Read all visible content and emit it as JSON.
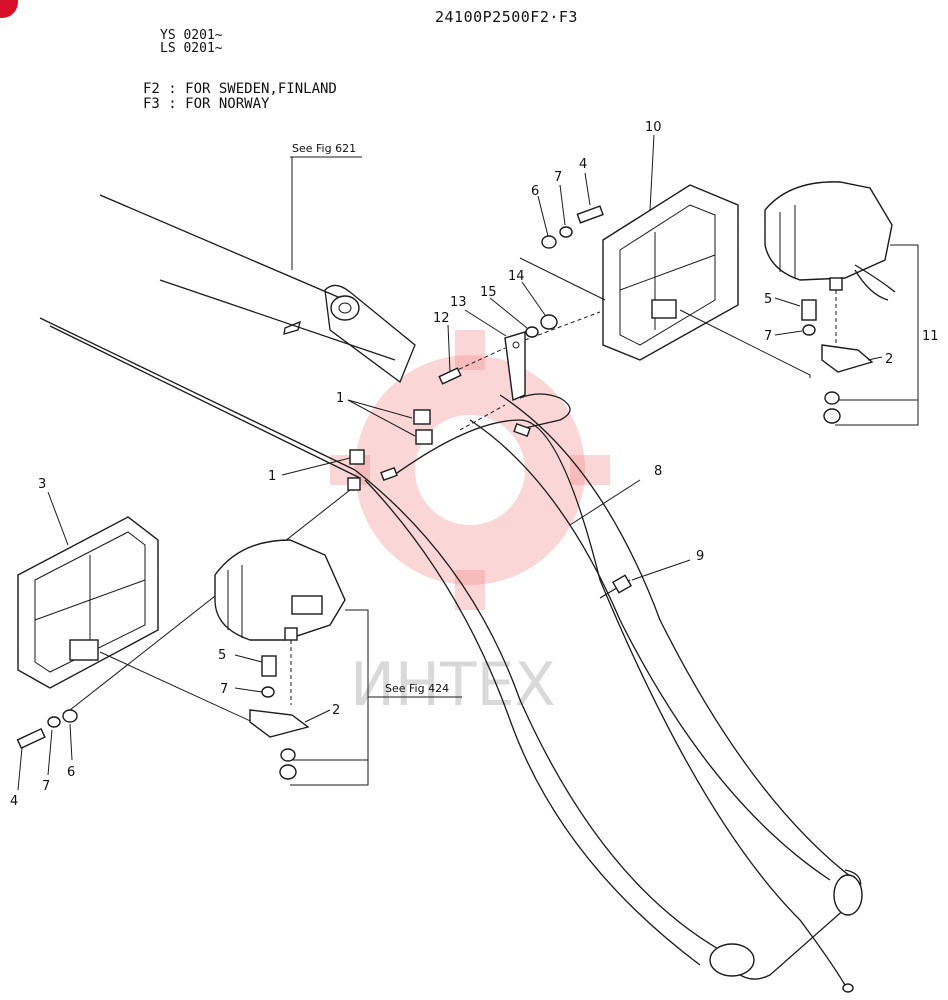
{
  "document": {
    "code": "24100P2500F2·F3",
    "serials": [
      "YS 0201~",
      "LS 0201~"
    ],
    "notes": [
      "F2 : FOR  SWEDEN,FINLAND",
      "F3 : FOR  NORWAY"
    ]
  },
  "references": {
    "fig621": "See Fig 621",
    "fig424": "See Fig 424"
  },
  "callouts": {
    "c1a": "1",
    "c1b": "1",
    "c2a": "2",
    "c2b": "2",
    "c3": "3",
    "c4a": "4",
    "c4b": "4",
    "c5a": "5",
    "c5b": "5",
    "c6a": "6",
    "c6b": "6",
    "c7a": "7",
    "c7b": "7",
    "c7c": "7",
    "c8": "8",
    "c9": "9",
    "c10": "10",
    "c11": "11",
    "c12": "12",
    "c13": "13",
    "c14": "14",
    "c15": "15"
  },
  "watermark": {
    "text": "ИНТЕХ",
    "color": "#e23b3b"
  }
}
